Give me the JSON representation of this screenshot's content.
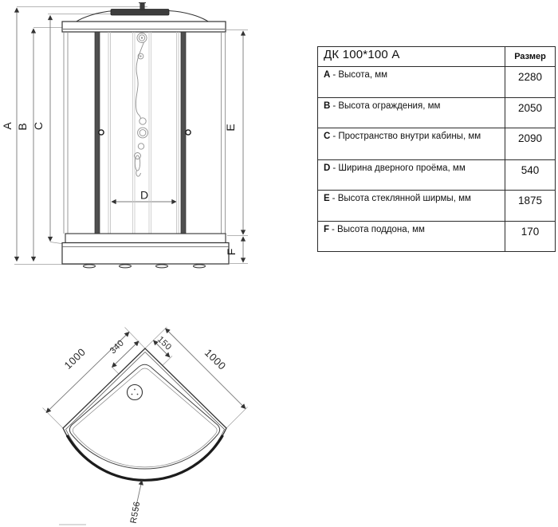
{
  "front_view": {
    "dim_labels": {
      "a": "A",
      "b": "B",
      "c": "C",
      "d": "D",
      "e": "E",
      "f": "F"
    }
  },
  "plan_view": {
    "dim_labels": {
      "side_left": "1000",
      "side_right": "1000",
      "drain_from_left": "340",
      "drain_from_right": "150",
      "radius": "R556"
    }
  },
  "spec_table": {
    "title": "ДК 100*100 А",
    "value_header": "Размер",
    "rows": [
      {
        "key": "A",
        "desc": "- Высота, мм",
        "value": "2280"
      },
      {
        "key": "B",
        "desc": "- Высота ограждения, мм",
        "value": "2050"
      },
      {
        "key": "C",
        "desc": "- Пространство внутри кабины, мм",
        "value": "2090"
      },
      {
        "key": "D",
        "desc": "- Ширина дверного проёма, мм",
        "value": "540"
      },
      {
        "key": "E",
        "desc": "- Высота стеклянной ширмы, мм",
        "value": "1875"
      },
      {
        "key": "F",
        "desc": "- Высота поддона, мм",
        "value": "170"
      }
    ]
  },
  "colors": {
    "line": "#333333",
    "dim_line": "#787878",
    "dark_fill": "#4f4f4f",
    "background": "#ffffff"
  }
}
